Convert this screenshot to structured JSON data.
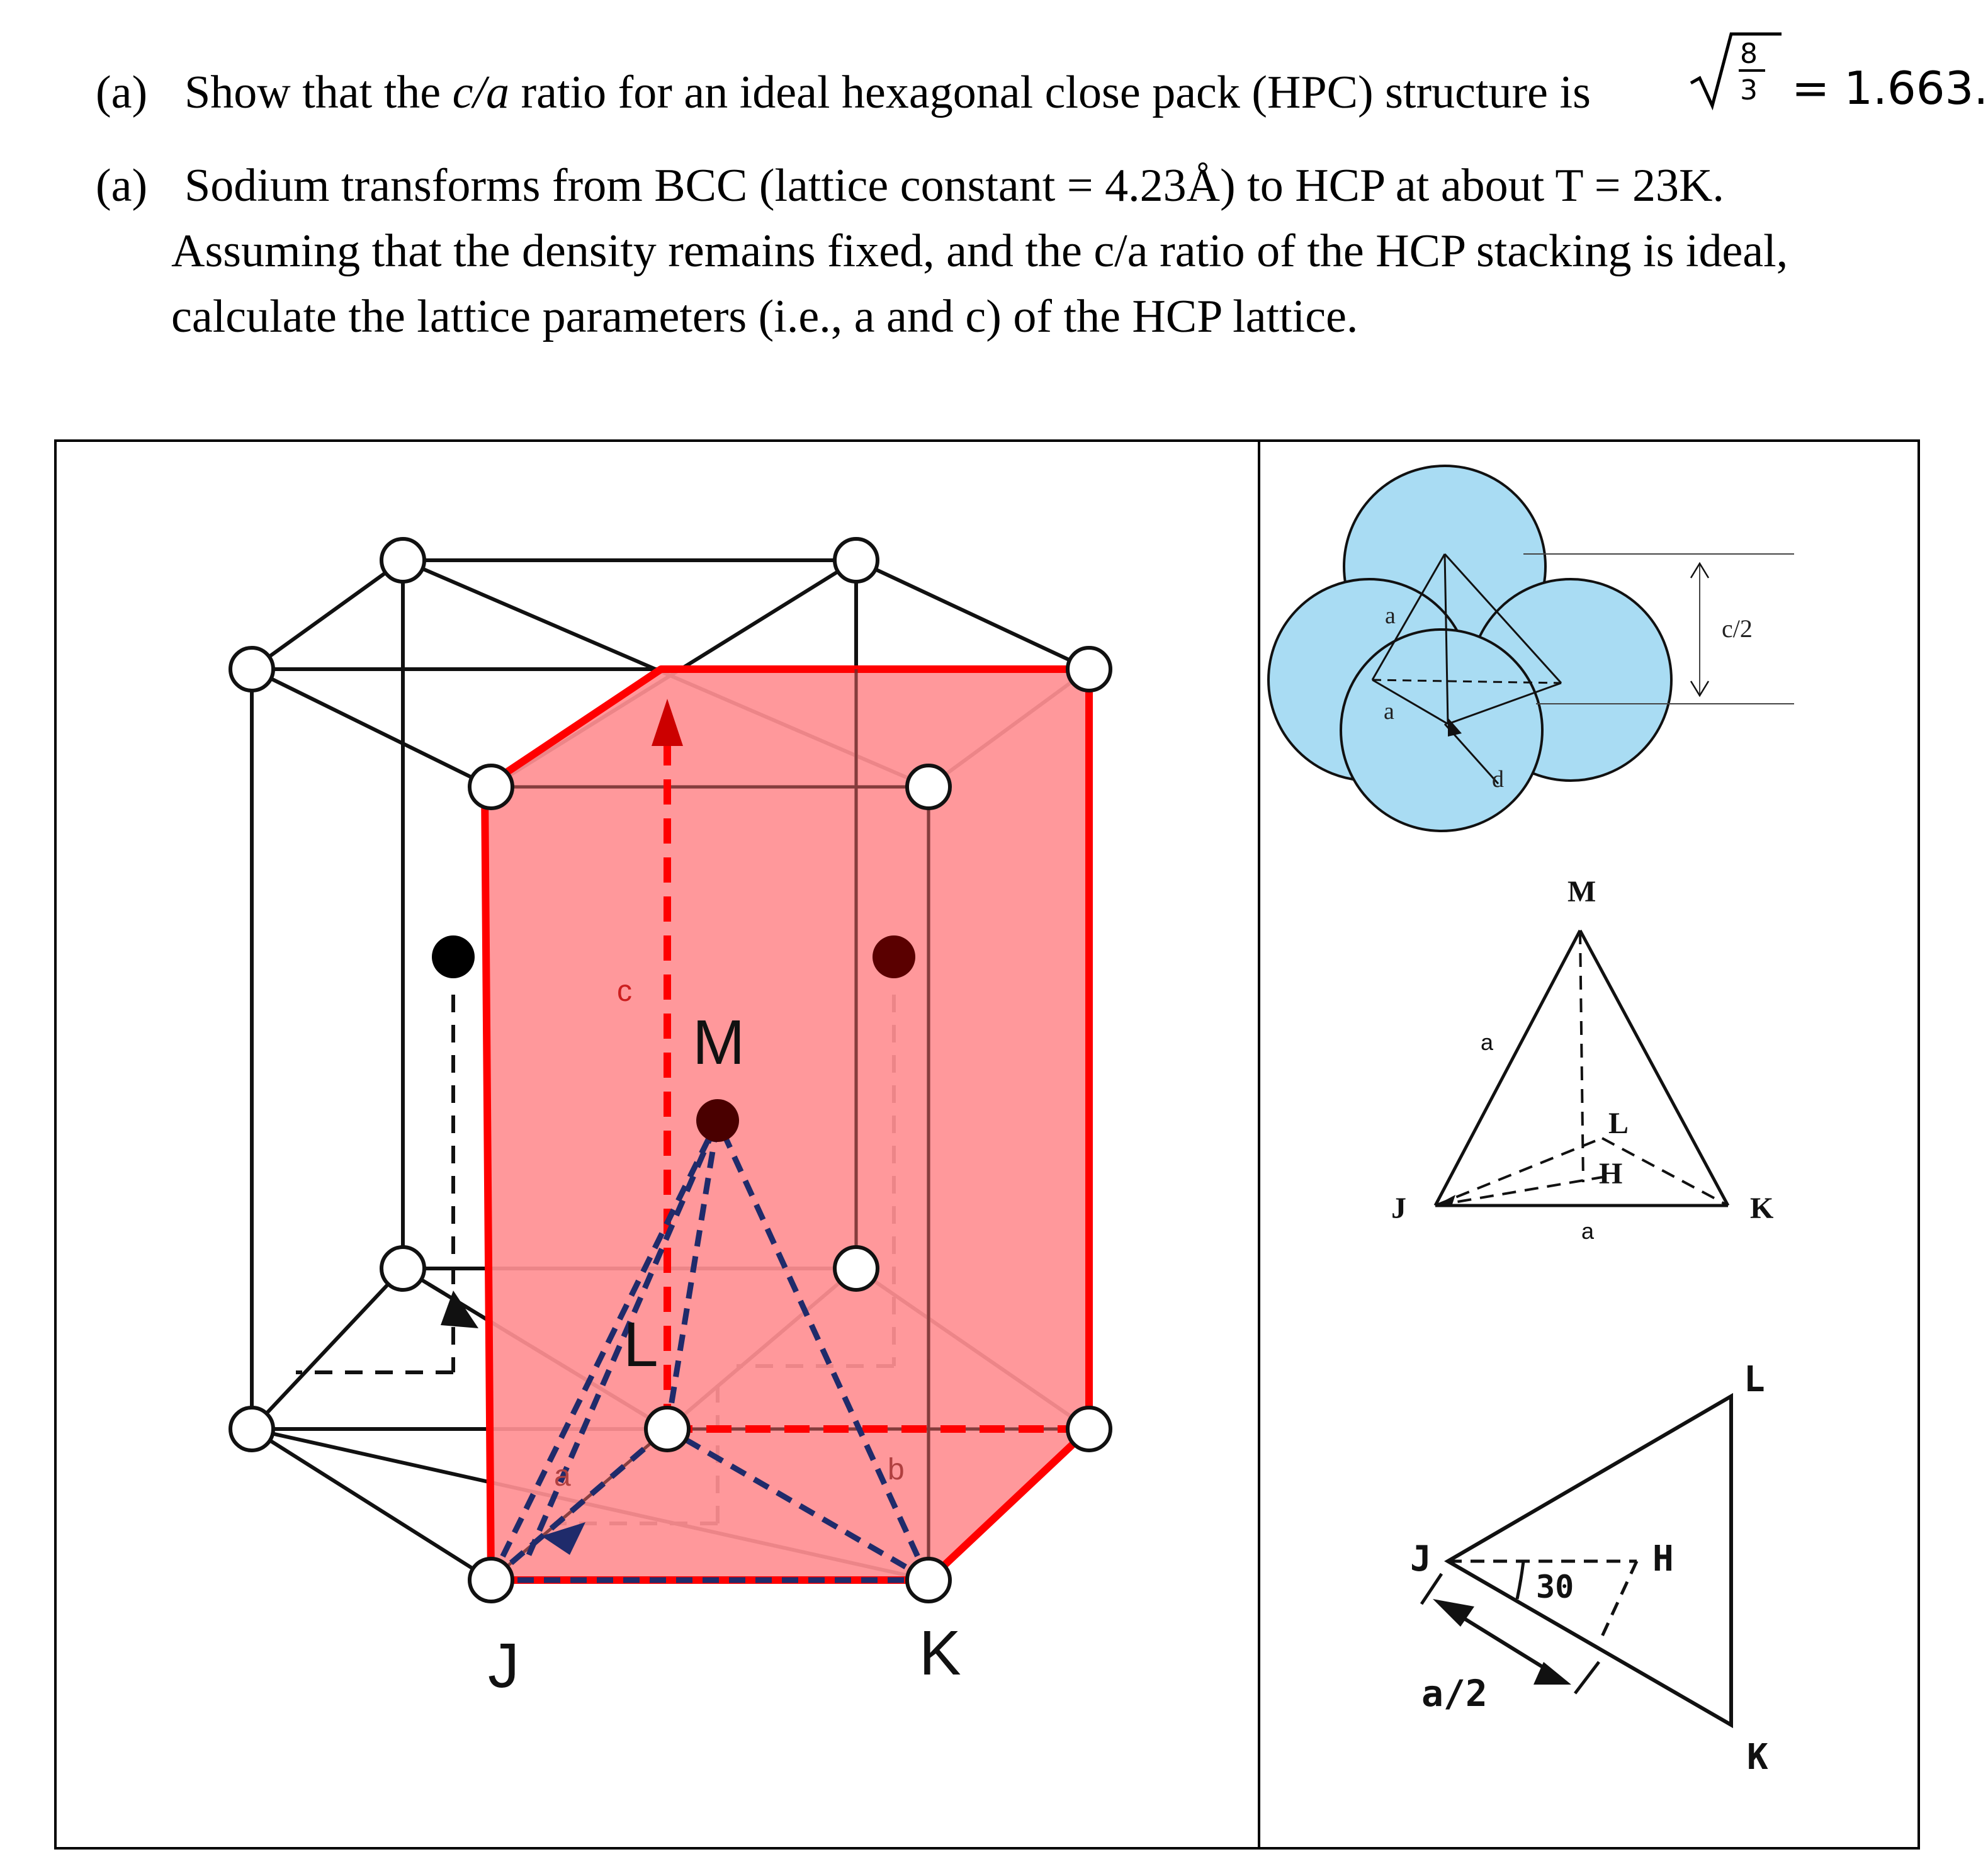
{
  "problem": {
    "part1": {
      "label": "(a)",
      "text_before": "Show that the ",
      "ratio_symbol": "c/a",
      "text_after": " ratio for an ideal hexagonal close pack (HPC) structure is",
      "sqrt_num": "8",
      "sqrt_den": "3",
      "result": "= 1.663."
    },
    "part2": {
      "label": "(a)",
      "line1": "Sodium transforms from BCC (lattice constant = 4.23Å) to HCP at about T = 23K.",
      "line2": "Assuming that the density remains fixed, and the c/a ratio of the HCP stacking is ideal,",
      "line3": "calculate the lattice parameters (i.e., a and c) of the HCP lattice."
    }
  },
  "figure": {
    "left_panel": {
      "labels": {
        "c": "c",
        "M": "M",
        "L": "L",
        "J": "J",
        "K": "K",
        "a": "a",
        "b": "b"
      },
      "colors": {
        "highlight_fill": "#ff8f92",
        "highlight_edge": "#ff0000",
        "tetra_dash": "#1f2b6b",
        "atom_dark": "#5a0000"
      }
    },
    "top_right": {
      "labels": {
        "a1": "a",
        "a2": "a",
        "d": "d",
        "half_c": "c/2"
      },
      "colors": {
        "sphere_fill": "#a9dcf3"
      }
    },
    "middle_right": {
      "labels": {
        "M": "M",
        "J": "J",
        "K": "K",
        "L": "L",
        "H": "H",
        "side": "a",
        "base": "a"
      }
    },
    "bottom_right": {
      "labels": {
        "L": "L",
        "J": "J",
        "H": "H",
        "K": "K",
        "angle": "30",
        "half_a": "a/2"
      }
    }
  }
}
